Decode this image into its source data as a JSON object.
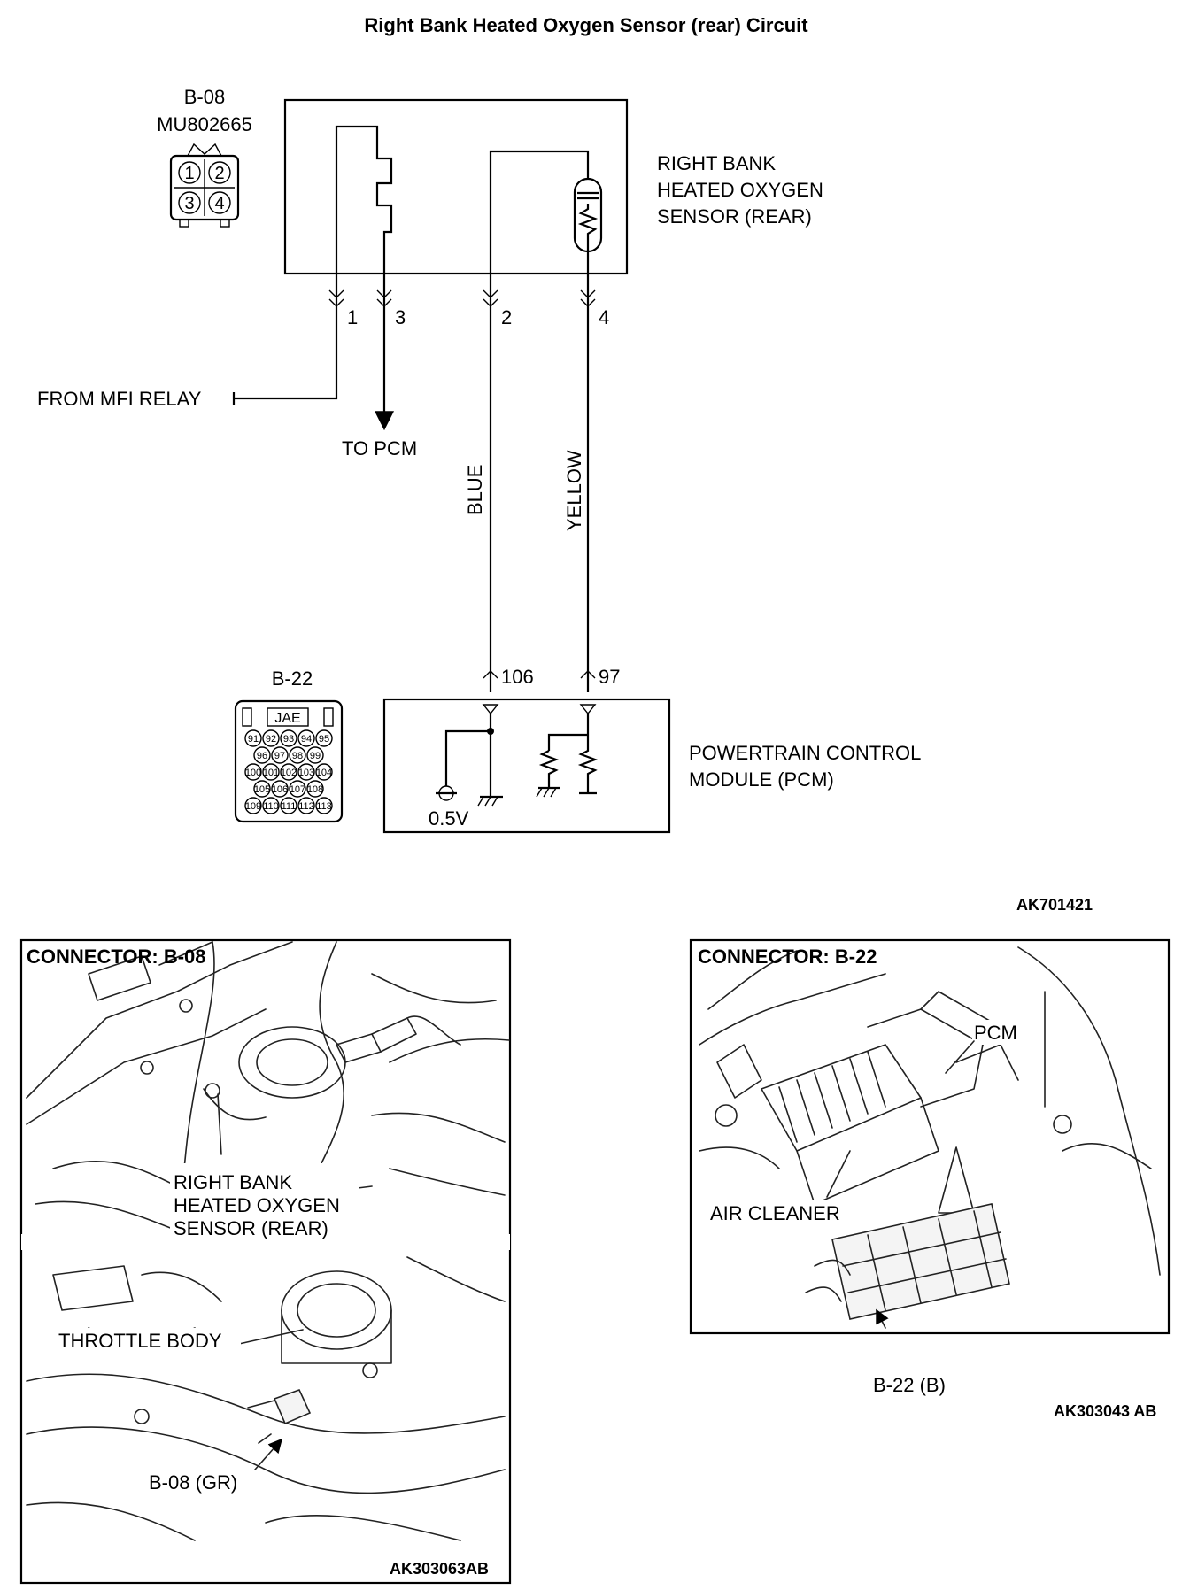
{
  "title": "Right Bank Heated Oxygen Sensor (rear) Circuit",
  "connector_b08": {
    "id": "B-08",
    "part": "MU802665",
    "pins": [
      "1",
      "2",
      "3",
      "4"
    ]
  },
  "sensor": {
    "label_lines": [
      "RIGHT BANK",
      "HEATED OXYGEN",
      "SENSOR (REAR)"
    ],
    "pins": [
      "1",
      "3",
      "2",
      "4"
    ]
  },
  "wires": {
    "from_mfi": "FROM MFI RELAY",
    "to_pcm": "TO PCM",
    "blue": "BLUE",
    "yellow": "YELLOW"
  },
  "connector_b22": {
    "id": "B-22",
    "maker": "JAE",
    "rows": [
      [
        "91",
        "92",
        "93",
        "94",
        "95"
      ],
      [
        "96",
        "97",
        "98",
        "99"
      ],
      [
        "100",
        "101",
        "102",
        "103",
        "104"
      ],
      [
        "105",
        "106",
        "107",
        "108"
      ],
      [
        "109",
        "110",
        "111",
        "112",
        "113"
      ]
    ]
  },
  "pcm": {
    "label_lines": [
      "POWERTRAIN CONTROL",
      "MODULE (PCM)"
    ],
    "pins": [
      "106",
      "97"
    ],
    "voltage": "0.5V"
  },
  "figure_code": "AK701421",
  "panel_left": {
    "title": "CONNECTOR: B-08",
    "callout_lines": [
      "RIGHT BANK",
      "HEATED OXYGEN",
      "SENSOR (REAR)"
    ],
    "throttle": "THROTTLE BODY",
    "connector": "B-08 (GR)",
    "code": "AK303063AB"
  },
  "panel_right": {
    "title": "CONNECTOR: B-22",
    "pcm": "PCM",
    "air_cleaner": "AIR CLEANER",
    "connector": "B-22 (B)",
    "code": "AK303043 AB"
  }
}
